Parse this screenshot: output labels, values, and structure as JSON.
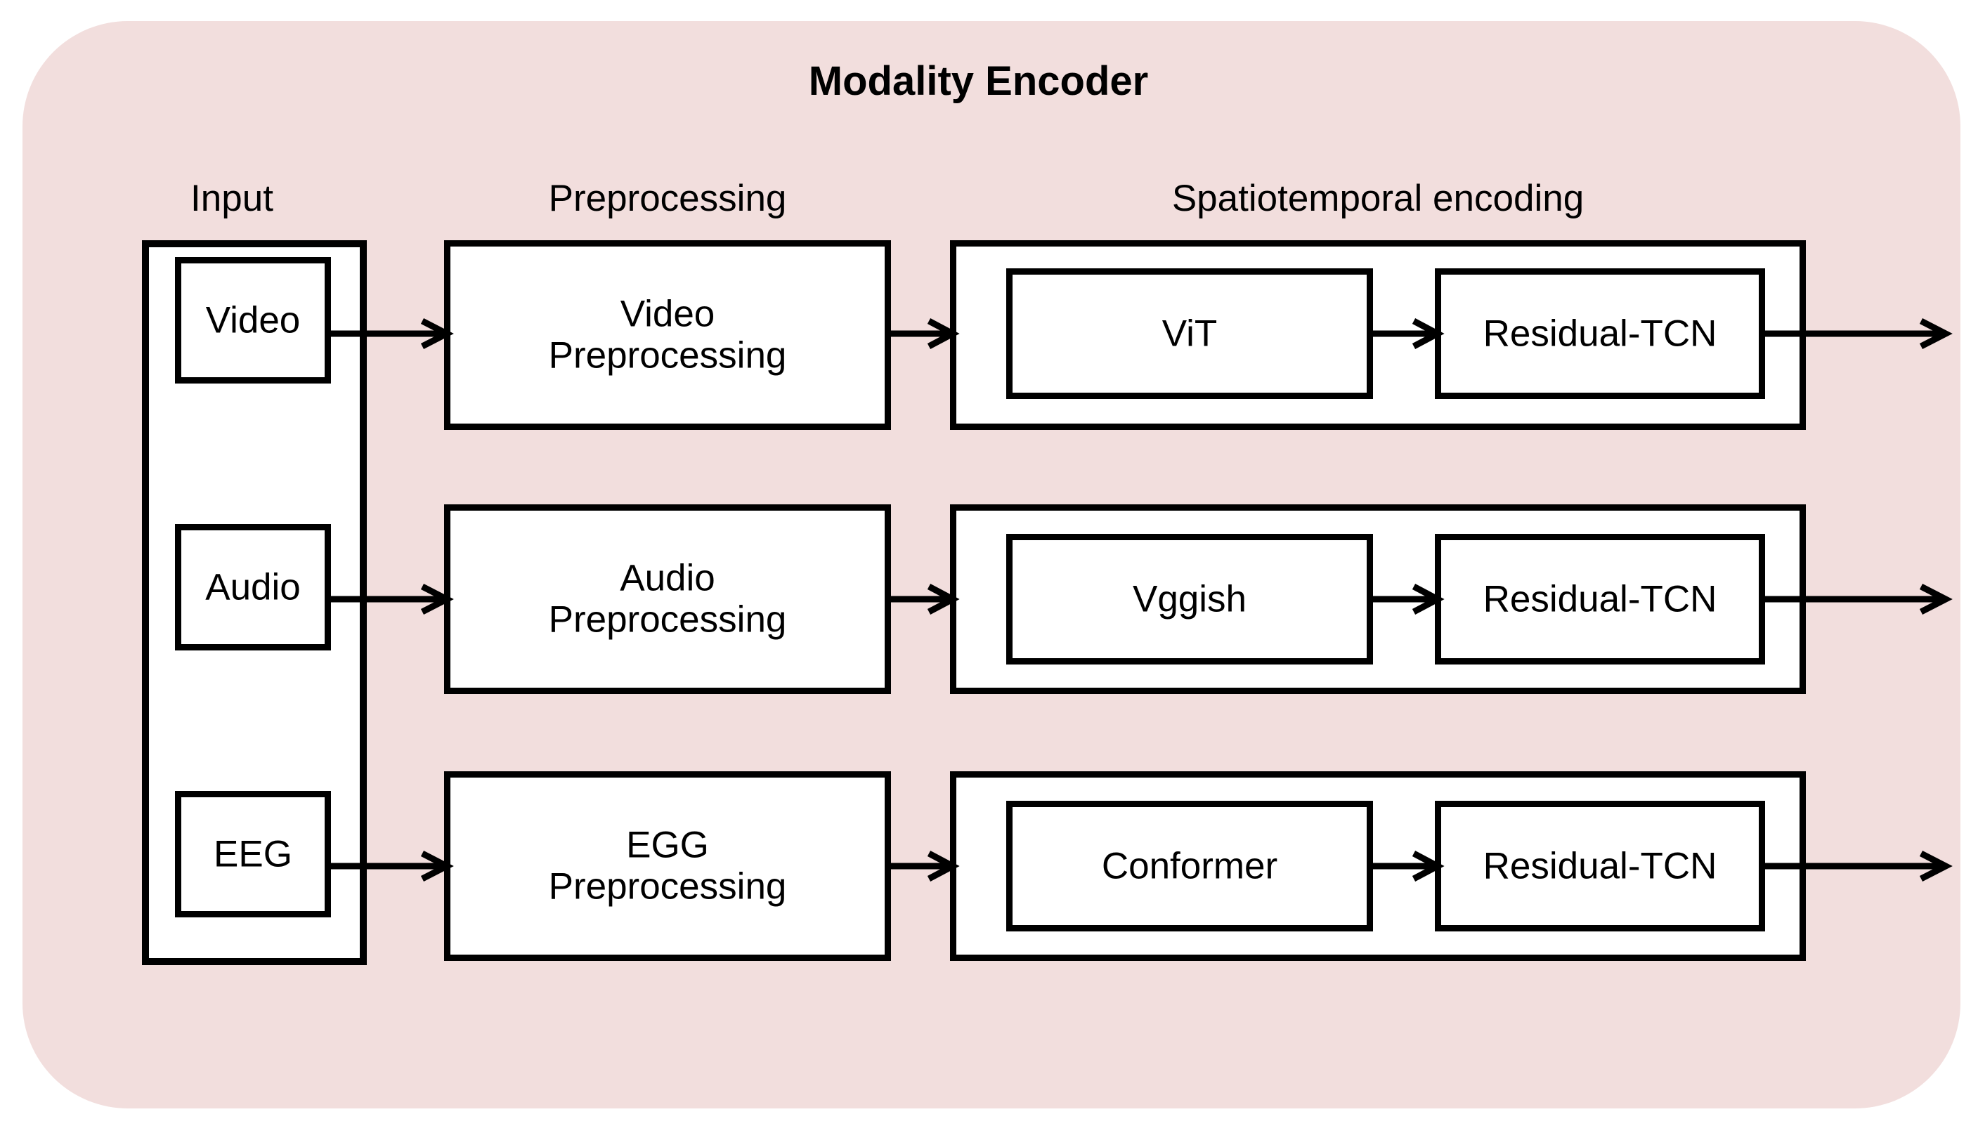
{
  "diagram": {
    "title": "Modality Encoder",
    "background_color": "#f2dedd",
    "box_fill_color": "#ffffff",
    "stroke_color": "#000000",
    "columns": [
      {
        "id": "input",
        "label": "Input"
      },
      {
        "id": "preprocessing",
        "label": "Preprocessing"
      },
      {
        "id": "spatiotemporal",
        "label": "Spatiotemporal encoding"
      }
    ],
    "rows": [
      {
        "id": "video",
        "input": "Video",
        "preprocessing": "Video\nPreprocessing",
        "encoder": "ViT",
        "temporal": "Residual-TCN"
      },
      {
        "id": "audio",
        "input": "Audio",
        "preprocessing": "Audio\nPreprocessing",
        "encoder": "Vggish",
        "temporal": "Residual-TCN"
      },
      {
        "id": "eeg",
        "input": "EEG",
        "preprocessing": "EGG\nPreprocessing",
        "encoder": "Conformer",
        "temporal": "Residual-TCN"
      }
    ],
    "arrows": {
      "input_to_preprocessing": "arrow-right-icon",
      "preprocessing_to_encoding": "arrow-right-icon",
      "encoder_to_temporal": "arrow-right-icon",
      "output": "arrow-right-icon"
    }
  }
}
